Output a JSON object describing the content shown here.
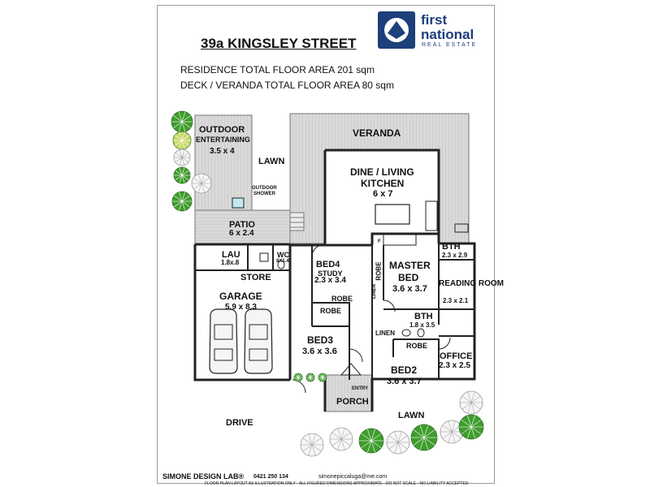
{
  "header": {
    "address": "39a KINGSLEY STREET",
    "residence_area": "RESIDENCE TOTAL FLOOR AREA 201 sqm",
    "deck_area": "DECK / VERANDA TOTAL FLOOR AREA 80 sqm"
  },
  "logo": {
    "line1": "first",
    "line2": "national",
    "line3": "REAL ESTATE",
    "icon": "first-national-logo-icon",
    "color": "#1d3f7a"
  },
  "rooms": {
    "outdoor": {
      "name1": "OUTDOOR",
      "name2": "ENTERTAINING",
      "dims": "3.5 x 4"
    },
    "outdoor_shower": {
      "name1": "OUTDOOR",
      "name2": "SHOWER"
    },
    "lawn_top": "LAWN",
    "veranda": "VERANDA",
    "dine": {
      "name1": "DINE / LIVING",
      "name2": "KITCHEN",
      "dims": "6 x 7"
    },
    "patio": {
      "name": "PATIO",
      "dims": "6 x 2.4"
    },
    "lau": {
      "name": "LAU",
      "dims": "1.8x.8"
    },
    "wc": {
      "name": "WC",
      "dims": "8X1.4"
    },
    "store": "STORE",
    "garage": {
      "name": "GARAGE",
      "dims": "5.9 x 8.3"
    },
    "bed4": {
      "name1": "BED4",
      "name2": "STUDY",
      "dims": "2.3 x 3.4"
    },
    "robe_bed4": "ROBE",
    "robe_bed3": "ROBE",
    "bed3": {
      "name": "BED3",
      "dims": "3.6 x 3.6"
    },
    "robe_master": "ROBE",
    "linen_master": "LINEN",
    "master": {
      "name1": "MASTER",
      "name2": "BED",
      "dims": "3.6 x 3.7"
    },
    "bth_top": {
      "name": "BTH",
      "dims": "2.3 x 2.9"
    },
    "reading": {
      "name": "READING ROOM",
      "dims": "2.3 x 2.1"
    },
    "bth_mid": {
      "name": "BTH",
      "dims": "1.8 x 3.5"
    },
    "linen_mid": "LINEN",
    "robe_bed2": "ROBE",
    "office": {
      "name": "OFFICE",
      "dims": "2.3 x 2.5"
    },
    "bed2": {
      "name": "BED2",
      "dims": "3.6 x 3.7"
    },
    "entry": "ENTRY",
    "porch": "PORCH",
    "fridge": "F"
  },
  "ground": {
    "drive": "DRIVE",
    "lawn_bottom": "LAWN"
  },
  "footer": {
    "brand": "SIMONE DESIGN LAB®",
    "phone": "0421 250 134",
    "email": "simonepiccaluga@me.com",
    "note": "FLOOR PLAN LAYOUT AS ILLUSTRATION ONLY - ALL FIGURED DIMENSIONS APPROXIMATE - DO NOT SCALE - NO LIABILITY ACCEPTED"
  },
  "colors": {
    "deck": "#d6d6d6",
    "wall": "#222222",
    "tree": "#3f9d2e",
    "tree_light": "#c9d96a"
  }
}
